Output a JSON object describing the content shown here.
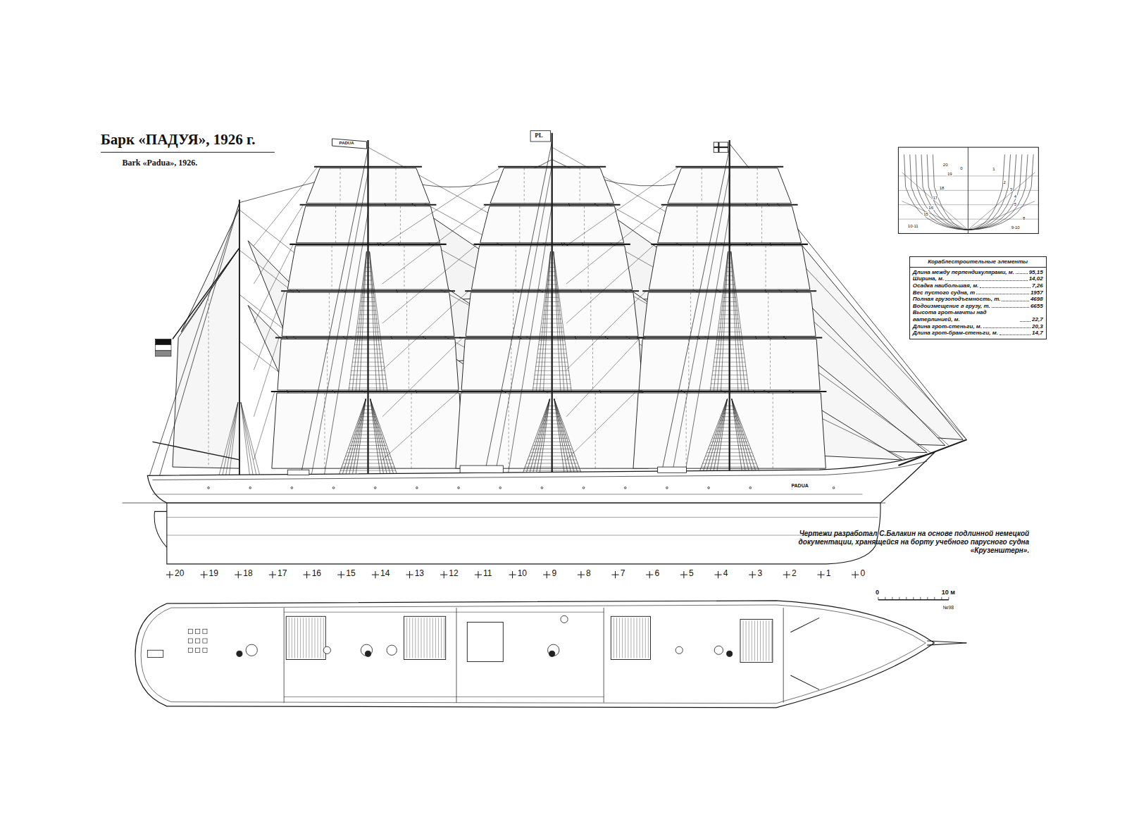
{
  "diagram": {
    "title": "Барк «ПАДУЯ», 1926 г.",
    "caption": "Bark «Padua», 1926.",
    "nodes": [
      {
        "text": [
          "Кораблестроительные элементы",
          "Длина между перпендикулярами, м.",
          "95,15",
          "Ширина, м.",
          "14,02",
          "Осадка наибольшая, м.",
          "7,26",
          "Вес пустого судна, т",
          "1957",
          "Полная грузоподъемность, т.",
          "4698",
          "Водоизмещение в грузу, т.",
          "6655",
          "Высота грот-мачты над ватерлинией, м.",
          "22,7",
          "Длина грот-стеньги, м.",
          "20,3",
          "Длина грот-брам-стеньги, м.",
          "14,7"
        ]
      }
    ],
    "labels": [
      "Чертежи разработал С.Балакин на основе подлинной немецкой документации, хранящейся на борту учебного парусного судна «Крузенштерн».",
      "20",
      "19",
      "18",
      "17",
      "16",
      "15",
      "14",
      "13",
      "12",
      "11",
      "10",
      "9",
      "8",
      "7",
      "6",
      "5",
      "4",
      "3",
      "2",
      "1",
      "0",
      "0",
      "10 м",
      "№98",
      "PADUA",
      "PADUA",
      "PL",
      "0",
      "1",
      "2",
      "3",
      "4",
      "5",
      "8",
      "9-10",
      "20",
      "19",
      "18",
      "17",
      "16",
      "15",
      "10-11"
    ]
  }
}
